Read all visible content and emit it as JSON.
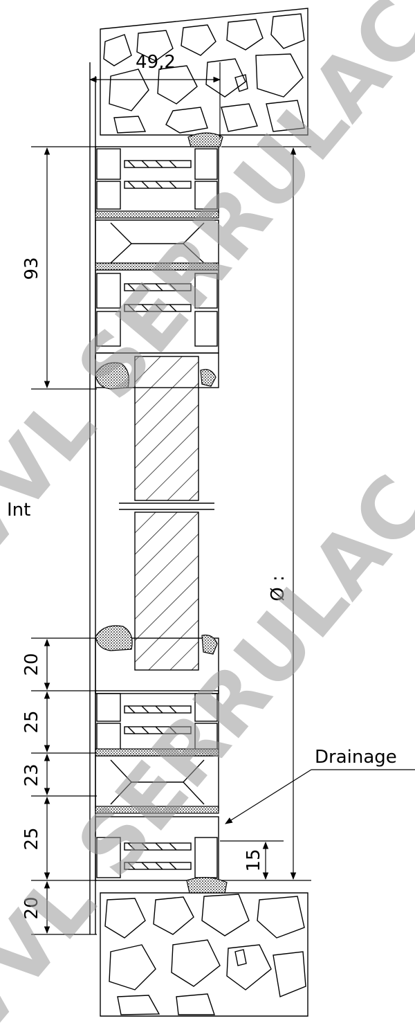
{
  "drawing": {
    "dimensions": {
      "top_width": "49,2",
      "height_top": "93",
      "bottom_20a": "20",
      "bottom_25a": "25",
      "bottom_23": "23",
      "bottom_25b": "25",
      "bottom_20b": "20",
      "sill_15": "15",
      "overall": "Ø :"
    },
    "labels": {
      "interior": "Int",
      "drainage": "Drainage"
    },
    "watermark": {
      "text_top": "VVL SERRULAC",
      "text_bottom": "VVL SERRULAC"
    },
    "colors": {
      "line": "#000000",
      "watermark": "#9a9a9a",
      "background": "#ffffff"
    }
  }
}
